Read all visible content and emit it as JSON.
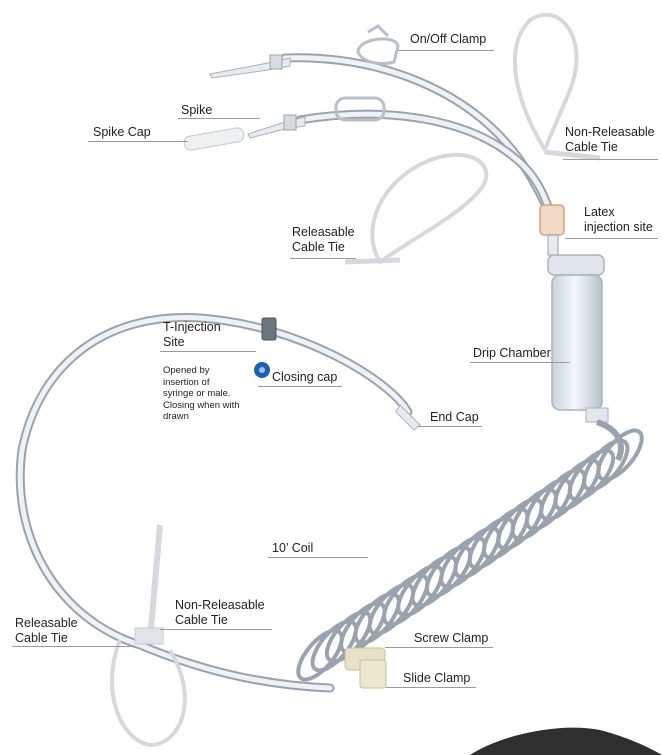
{
  "labels": {
    "on_off_clamp": "On/Off Clamp",
    "spike": "Spike",
    "spike_cap": "Spike Cap",
    "non_releasable_top_l1": "Non-Releasable",
    "non_releasable_top_l2": "Cable Tie",
    "latex_l1": "Latex",
    "latex_l2": "injection site",
    "releasable_top_l1": "Releasable",
    "releasable_top_l2": "Cable Tie",
    "t_injection_l1": "T-Injection",
    "t_injection_l2": "Site",
    "closing_cap": "Closing cap",
    "t_injection_note": "Opened by insertion of syringe or male. Closing when with drawn",
    "drip_chamber": "Drip Chamber",
    "end_cap": "End Cap",
    "coil": "10’ Coil",
    "non_releasable_bottom_l1": "Non-Releasable",
    "non_releasable_bottom_l2": "Cable Tie",
    "releasable_bottom_l1": "Releasable",
    "releasable_bottom_l2": "Cable Tie",
    "screw_clamp": "Screw Clamp",
    "slide_clamp": "Slide Clamp"
  },
  "colors": {
    "tube_edge": "#9aa3ad",
    "tube_fill": "#dfe6ee",
    "leader": "#9a9a9a",
    "closing_cap": "#1f5fae"
  }
}
